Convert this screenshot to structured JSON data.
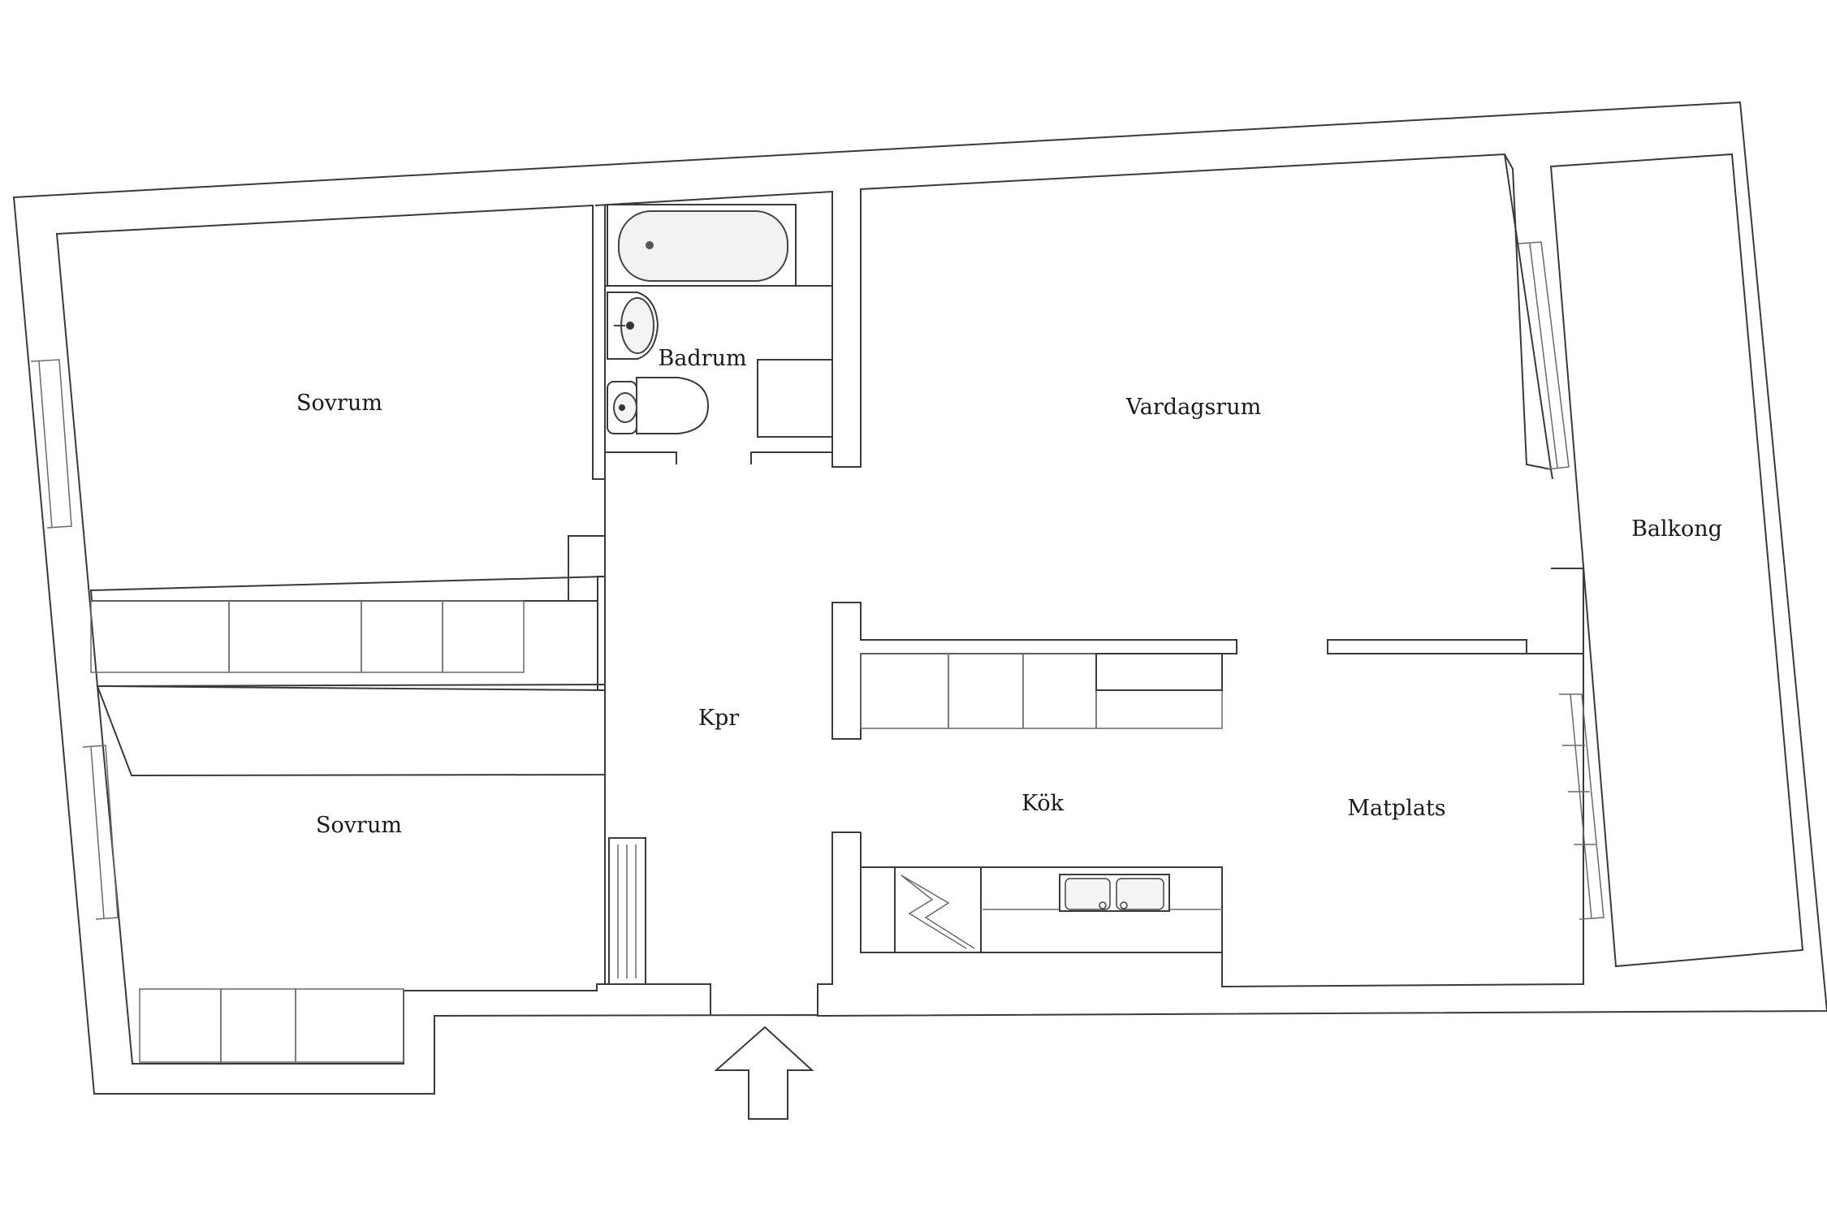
{
  "rooms": {
    "bedroom_top": "Sovrum",
    "bedroom_bottom": "Sovrum",
    "bathroom": "Badrum",
    "living_room": "Vardagsrum",
    "balcony": "Balkong",
    "hallway": "Kpr",
    "kitchen": "Kök",
    "dining": "Matplats"
  },
  "colors": {
    "wall": "#3a3a3a",
    "background": "#ffffff"
  },
  "icons": {
    "entrance": "entrance-arrow-icon",
    "bathtub": "bathtub-icon",
    "sink": "sink-icon",
    "toilet": "toilet-icon",
    "stove": "stove-icon",
    "kitchen_sink": "kitchen-sink-icon",
    "radiator": "radiator-icon"
  }
}
